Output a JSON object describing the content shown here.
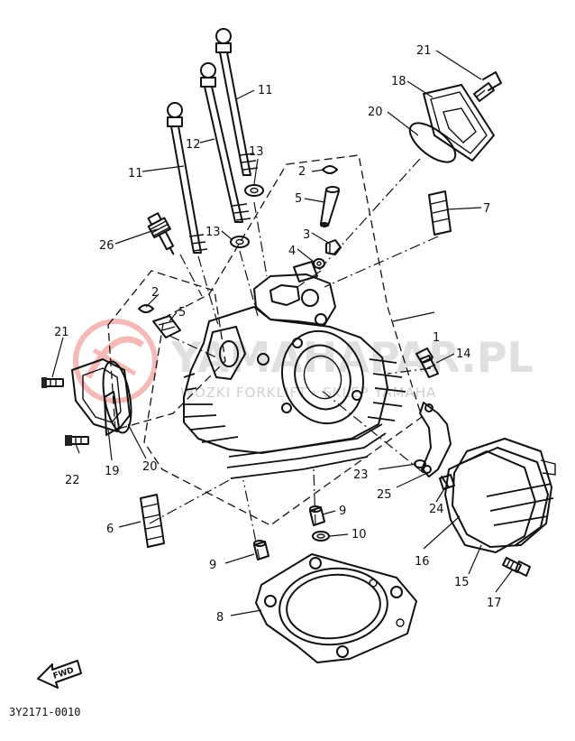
{
  "diagram": {
    "callouts": [
      "1",
      "2",
      "2",
      "3",
      "4",
      "5",
      "5",
      "6",
      "7",
      "8",
      "9",
      "9",
      "10",
      "11",
      "11",
      "12",
      "13",
      "13",
      "14",
      "15",
      "16",
      "17",
      "18",
      "19",
      "20",
      "20",
      "21",
      "21",
      "22",
      "23",
      "24",
      "25",
      "26"
    ],
    "drawing_code": "3Y2171-0010",
    "fwd_label": "FWD"
  },
  "watermark": {
    "main": "YAMAHAPAR.PL",
    "sub": "WOZKI FORKLIFT · SKLEP YAMAHA"
  },
  "colors": {
    "line": "#111111",
    "watermark_logo": "#e53935",
    "watermark_text": "#c8c8c8"
  }
}
